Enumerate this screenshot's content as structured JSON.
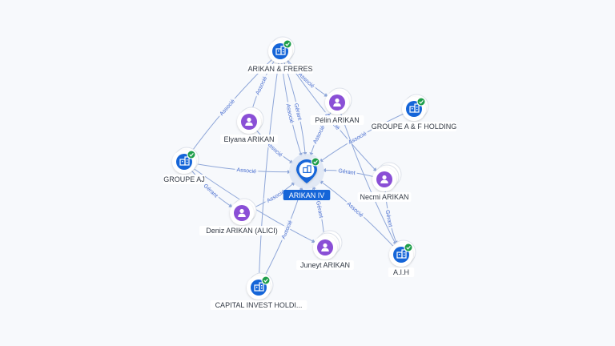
{
  "colors": {
    "company": "#1565d8",
    "person": "#8a4fd6",
    "check": "#1e9e4a",
    "edge": "#8ea6d8",
    "edge_label": "#4a6fd1",
    "center_label_bg": "#1565d8"
  },
  "nodes": [
    {
      "id": "arikan-iv",
      "label": "ARIKAN IV",
      "type": "company",
      "center": true,
      "verified": true
    },
    {
      "id": "arikan-freres",
      "label": "ARIKAN & FRERES",
      "type": "company",
      "verified": true,
      "stack": 2
    },
    {
      "id": "pelin",
      "label": "Pélin ARIKAN",
      "type": "person",
      "stack": 2
    },
    {
      "id": "groupe-af",
      "label": "GROUPE A & F HOLDING",
      "type": "company",
      "verified": true,
      "stack": 2
    },
    {
      "id": "elyana",
      "label": "Elyana ARIKAN",
      "type": "person",
      "stack": 2
    },
    {
      "id": "groupe-aj",
      "label": "GROUPE AJ",
      "type": "company",
      "verified": true,
      "stack": 2
    },
    {
      "id": "necmi",
      "label": "Necmi ARIKAN",
      "type": "person",
      "stack": 3
    },
    {
      "id": "deniz",
      "label": "Deniz ARIKAN (ALICI)",
      "type": "person",
      "stack": 2
    },
    {
      "id": "juneyt",
      "label": "Juneyt ARIKAN",
      "type": "person",
      "stack": 3
    },
    {
      "id": "aih",
      "label": "A.I.H",
      "type": "company",
      "verified": true,
      "stack": 2
    },
    {
      "id": "capital",
      "label": "CAPITAL INVEST HOLDI...",
      "type": "company",
      "verified": true,
      "stack": 2
    }
  ],
  "edges": [
    {
      "from": "arikan-freres",
      "to": "arikan-iv",
      "label": "Associé"
    },
    {
      "from": "arikan-freres",
      "to": "arikan-iv",
      "label": "Gérant"
    },
    {
      "from": "arikan-freres",
      "to": "groupe-aj",
      "label": "Associé"
    },
    {
      "from": "arikan-freres",
      "to": "elyana",
      "label": "Associé"
    },
    {
      "from": "arikan-freres",
      "to": "pelin",
      "label": "Associé"
    },
    {
      "from": "arikan-freres",
      "to": "necmi",
      "label": "Associé"
    },
    {
      "from": "arikan-freres",
      "to": "capital",
      "label": ""
    },
    {
      "from": "pelin",
      "to": "arikan-iv",
      "label": "Associé"
    },
    {
      "from": "groupe-af",
      "to": "arikan-iv",
      "label": "Associé"
    },
    {
      "from": "elyana",
      "to": "arikan-iv",
      "label": "Associé"
    },
    {
      "from": "groupe-aj",
      "to": "arikan-iv",
      "label": "Associé"
    },
    {
      "from": "groupe-aj",
      "to": "deniz",
      "label": "Gérant"
    },
    {
      "from": "groupe-aj",
      "to": "juneyt",
      "label": ""
    },
    {
      "from": "necmi",
      "to": "arikan-iv",
      "label": "Gérant"
    },
    {
      "from": "necmi",
      "to": "aih",
      "label": "Gérant"
    },
    {
      "from": "aih",
      "to": "arikan-iv",
      "label": "Associé"
    },
    {
      "from": "deniz",
      "to": "arikan-iv",
      "label": "Associé"
    },
    {
      "from": "juneyt",
      "to": "arikan-iv",
      "label": "Gérant"
    },
    {
      "from": "capital",
      "to": "arikan-iv",
      "label": "Associé"
    },
    {
      "from": "pelin",
      "to": "aih",
      "label": ""
    }
  ]
}
